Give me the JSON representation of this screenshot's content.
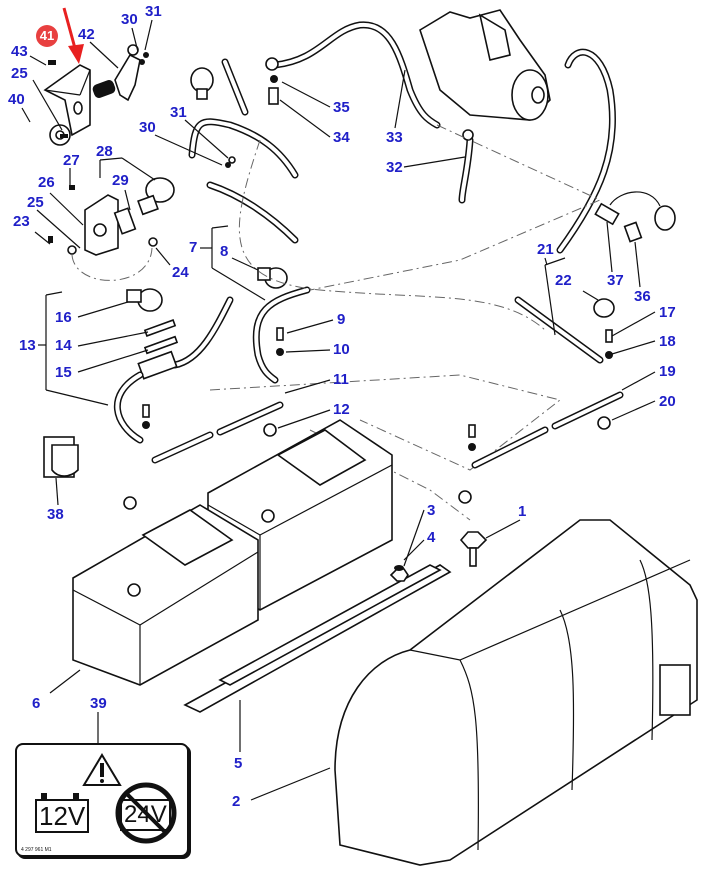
{
  "diagram": {
    "title": "Battery and starter electrical parts diagram",
    "highlight": {
      "label": "41",
      "color": "#e84040",
      "arrow_color": "#e82020"
    },
    "label_color": "#2020c8",
    "callouts": [
      {
        "id": "c43",
        "text": "43"
      },
      {
        "id": "c42",
        "text": "42"
      },
      {
        "id": "c30a",
        "text": "30"
      },
      {
        "id": "c31a",
        "text": "31"
      },
      {
        "id": "c25a",
        "text": "25"
      },
      {
        "id": "c40",
        "text": "40"
      },
      {
        "id": "c31b",
        "text": "31"
      },
      {
        "id": "c30b",
        "text": "30"
      },
      {
        "id": "c27",
        "text": "27"
      },
      {
        "id": "c28",
        "text": "28"
      },
      {
        "id": "c26",
        "text": "26"
      },
      {
        "id": "c29",
        "text": "29"
      },
      {
        "id": "c25b",
        "text": "25"
      },
      {
        "id": "c23",
        "text": "23"
      },
      {
        "id": "c24",
        "text": "24"
      },
      {
        "id": "c7",
        "text": "7"
      },
      {
        "id": "c8",
        "text": "8"
      },
      {
        "id": "c35",
        "text": "35"
      },
      {
        "id": "c34",
        "text": "34"
      },
      {
        "id": "c33",
        "text": "33"
      },
      {
        "id": "c32",
        "text": "32"
      },
      {
        "id": "c21",
        "text": "21"
      },
      {
        "id": "c22",
        "text": "22"
      },
      {
        "id": "c37",
        "text": "37"
      },
      {
        "id": "c36",
        "text": "36"
      },
      {
        "id": "c17",
        "text": "17"
      },
      {
        "id": "c18",
        "text": "18"
      },
      {
        "id": "c19",
        "text": "19"
      },
      {
        "id": "c20",
        "text": "20"
      },
      {
        "id": "c16",
        "text": "16"
      },
      {
        "id": "c13",
        "text": "13"
      },
      {
        "id": "c14",
        "text": "14"
      },
      {
        "id": "c15",
        "text": "15"
      },
      {
        "id": "c9",
        "text": "9"
      },
      {
        "id": "c10",
        "text": "10"
      },
      {
        "id": "c11",
        "text": "11"
      },
      {
        "id": "c12",
        "text": "12"
      },
      {
        "id": "c38",
        "text": "38"
      },
      {
        "id": "c3",
        "text": "3"
      },
      {
        "id": "c4",
        "text": "4"
      },
      {
        "id": "c1",
        "text": "1"
      },
      {
        "id": "c6",
        "text": "6"
      },
      {
        "id": "c39",
        "text": "39"
      },
      {
        "id": "c5",
        "text": "5"
      },
      {
        "id": "c2",
        "text": "2"
      }
    ],
    "decal": {
      "label_12v": "12V",
      "label_24v": "24V",
      "code": "4 297 961 M1",
      "warning_icon": "warning-triangle-icon",
      "prohibited_icon": "prohibited-circle-icon"
    }
  }
}
